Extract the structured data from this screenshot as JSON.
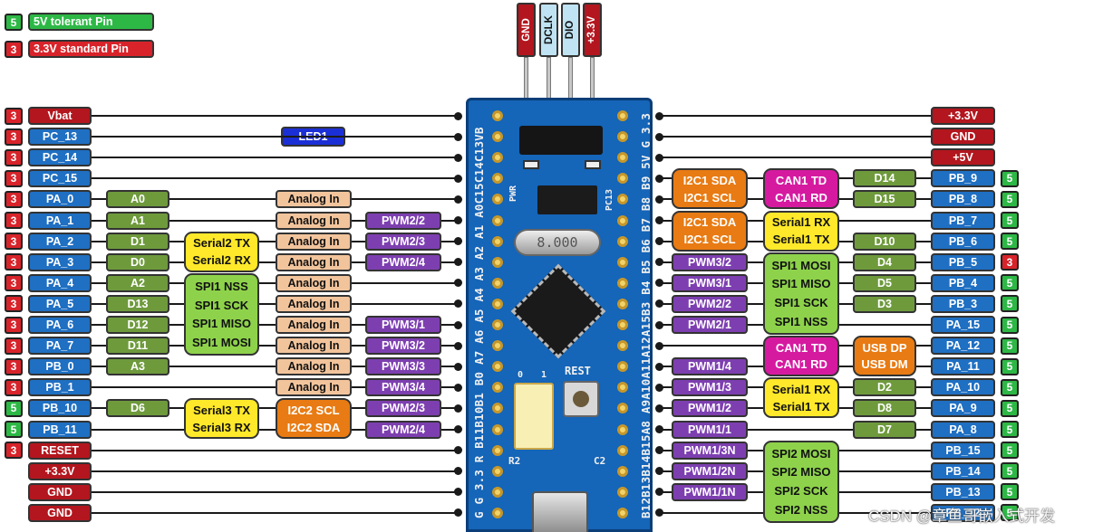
{
  "legend": [
    {
      "num": "5",
      "text": "5V tolerant Pin",
      "color": "#2db846"
    },
    {
      "num": "3",
      "text": "3.3V standard Pin",
      "color": "#d8232a"
    }
  ],
  "colors": {
    "red": "#b3161e",
    "badge_red": "#d8232a",
    "badge_green": "#2db846",
    "blue": "#1f6fc2",
    "olive": "#6e9a3c",
    "tan": "#f2c49c",
    "purple": "#7d3fb0",
    "yellow": "#ffe92a",
    "lightgreen": "#8ed24b",
    "orange": "#e87b13",
    "magenta": "#d51aa0",
    "board": "#1565b8",
    "header_red": "#b3161e",
    "header_blue": "#bfe3f2"
  },
  "top_header": [
    {
      "label": "GND",
      "bg": "#b3161e",
      "fg": "#ffffff"
    },
    {
      "label": "DCLK",
      "bg": "#bfe3f2",
      "fg": "#111111"
    },
    {
      "label": "DIO",
      "bg": "#bfe3f2",
      "fg": "#111111"
    },
    {
      "label": "+3.3V",
      "bg": "#b3161e",
      "fg": "#ffffff"
    }
  ],
  "led_label": "LED1",
  "board_silk": {
    "left": "G G 3.3 R B11B10B1 B0 A7 A6 A5 A4 A3 A2 A1 A0C15C14C13VB",
    "right": "B12B13B14B15A8 A9A10A11A12A15B3 B4 B5 B6 B7 B8 B9 5V G 3.3",
    "pwr": "PWR",
    "pc13": "PC13",
    "crystal": "8.000",
    "rest": "REST",
    "r2": "R2",
    "c2": "C2",
    "boot0": "0",
    "boot1": "1"
  },
  "left_pins": [
    {
      "badge": "3",
      "name": "Vbat",
      "style": "red"
    },
    {
      "badge": "3",
      "name": "PC_13",
      "style": "blue"
    },
    {
      "badge": "3",
      "name": "PC_14",
      "style": "blue"
    },
    {
      "badge": "3",
      "name": "PC_15",
      "style": "blue"
    },
    {
      "badge": "3",
      "name": "PA_0",
      "style": "blue"
    },
    {
      "badge": "3",
      "name": "PA_1",
      "style": "blue"
    },
    {
      "badge": "3",
      "name": "PA_2",
      "style": "blue"
    },
    {
      "badge": "3",
      "name": "PA_3",
      "style": "blue"
    },
    {
      "badge": "3",
      "name": "PA_4",
      "style": "blue"
    },
    {
      "badge": "3",
      "name": "PA_5",
      "style": "blue"
    },
    {
      "badge": "3",
      "name": "PA_6",
      "style": "blue"
    },
    {
      "badge": "3",
      "name": "PA_7",
      "style": "blue"
    },
    {
      "badge": "3",
      "name": "PB_0",
      "style": "blue"
    },
    {
      "badge": "3",
      "name": "PB_1",
      "style": "blue"
    },
    {
      "badge": "5",
      "name": "PB_10",
      "style": "blue"
    },
    {
      "badge": "5",
      "name": "PB_11",
      "style": "blue"
    },
    {
      "badge": "3",
      "name": "RESET",
      "style": "red"
    },
    {
      "badge": "",
      "name": "+3.3V",
      "style": "red"
    },
    {
      "badge": "",
      "name": "GND",
      "style": "red"
    },
    {
      "badge": "",
      "name": "GND",
      "style": "red"
    }
  ],
  "left_d": [
    {
      "row": 4,
      "text": "A0"
    },
    {
      "row": 5,
      "text": "A1"
    },
    {
      "row": 6,
      "text": "D1"
    },
    {
      "row": 7,
      "text": "D0"
    },
    {
      "row": 8,
      "text": "A2"
    },
    {
      "row": 9,
      "text": "D13"
    },
    {
      "row": 10,
      "text": "D12"
    },
    {
      "row": 11,
      "text": "D11"
    },
    {
      "row": 12,
      "text": "A3"
    },
    {
      "row": 14,
      "text": "D6"
    }
  ],
  "left_groups": [
    {
      "style": "yellow",
      "rowStart": 6,
      "rowEnd": 7,
      "lines": [
        "Serial2 TX",
        "Serial2 RX"
      ]
    },
    {
      "style": "lightgreen",
      "rowStart": 8,
      "rowEnd": 11,
      "lines": [
        "SPI1 NSS",
        "SPI1 SCK",
        "SPI1 MISO",
        "SPI1 MOSI"
      ]
    },
    {
      "style": "yellow",
      "rowStart": 14,
      "rowEnd": 15,
      "lines": [
        "Serial3 TX",
        "Serial3 RX"
      ]
    },
    {
      "style": "orange",
      "rowStart": 14,
      "rowEnd": 15,
      "lines": [
        "I2C2 SCL",
        "I2C2 SDA"
      ],
      "col": "analog"
    }
  ],
  "left_analog": [
    {
      "row": 4,
      "text": "Analog In"
    },
    {
      "row": 5,
      "text": "Analog In"
    },
    {
      "row": 6,
      "text": "Analog In"
    },
    {
      "row": 7,
      "text": "Analog In"
    },
    {
      "row": 8,
      "text": "Analog In"
    },
    {
      "row": 9,
      "text": "Analog In"
    },
    {
      "row": 10,
      "text": "Analog In"
    },
    {
      "row": 11,
      "text": "Analog In"
    },
    {
      "row": 12,
      "text": "Analog In"
    },
    {
      "row": 13,
      "text": "Analog In"
    }
  ],
  "left_pwm": [
    {
      "row": 5,
      "text": "PWM2/2"
    },
    {
      "row": 6,
      "text": "PWM2/3"
    },
    {
      "row": 7,
      "text": "PWM2/4"
    },
    {
      "row": 10,
      "text": "PWM3/1"
    },
    {
      "row": 11,
      "text": "PWM3/2"
    },
    {
      "row": 12,
      "text": "PWM3/3"
    },
    {
      "row": 13,
      "text": "PWM3/4"
    },
    {
      "row": 14,
      "text": "PWM2/3"
    },
    {
      "row": 15,
      "text": "PWM2/4"
    }
  ],
  "right_pins": [
    {
      "badge": "",
      "name": "+3.3V",
      "style": "red"
    },
    {
      "badge": "",
      "name": "GND",
      "style": "red"
    },
    {
      "badge": "",
      "name": "+5V",
      "style": "red"
    },
    {
      "badge": "5",
      "name": "PB_9",
      "style": "blue"
    },
    {
      "badge": "5",
      "name": "PB_8",
      "style": "blue"
    },
    {
      "badge": "5",
      "name": "PB_7",
      "style": "blue"
    },
    {
      "badge": "5",
      "name": "PB_6",
      "style": "blue"
    },
    {
      "badge": "3",
      "name": "PB_5",
      "style": "blue"
    },
    {
      "badge": "5",
      "name": "PB_4",
      "style": "blue"
    },
    {
      "badge": "5",
      "name": "PB_3",
      "style": "blue"
    },
    {
      "badge": "5",
      "name": "PA_15",
      "style": "blue"
    },
    {
      "badge": "5",
      "name": "PA_12",
      "style": "blue"
    },
    {
      "badge": "5",
      "name": "PA_11",
      "style": "blue"
    },
    {
      "badge": "5",
      "name": "PA_10",
      "style": "blue"
    },
    {
      "badge": "5",
      "name": "PA_9",
      "style": "blue"
    },
    {
      "badge": "5",
      "name": "PA_8",
      "style": "blue"
    },
    {
      "badge": "5",
      "name": "PB_15",
      "style": "blue"
    },
    {
      "badge": "5",
      "name": "PB_14",
      "style": "blue"
    },
    {
      "badge": "5",
      "name": "PB_13",
      "style": "blue"
    },
    {
      "badge": "5",
      "name": "PB_12",
      "style": "blue"
    }
  ],
  "right_d": [
    {
      "row": 3,
      "text": "D14"
    },
    {
      "row": 4,
      "text": "D15"
    },
    {
      "row": 6,
      "text": "D10"
    },
    {
      "row": 7,
      "text": "D4"
    },
    {
      "row": 8,
      "text": "D5"
    },
    {
      "row": 9,
      "text": "D3"
    },
    {
      "row": 13,
      "text": "D2"
    },
    {
      "row": 14,
      "text": "D8"
    },
    {
      "row": 15,
      "text": "D7"
    }
  ],
  "right_groups": [
    {
      "style": "magenta",
      "rowStart": 3,
      "rowEnd": 4,
      "lines": [
        "CAN1 TD",
        "CAN1 RD"
      ],
      "col": "mid"
    },
    {
      "style": "yellow",
      "rowStart": 5,
      "rowEnd": 6,
      "lines": [
        "Serial1 RX",
        "Serial1 TX"
      ],
      "col": "mid"
    },
    {
      "style": "lightgreen",
      "rowStart": 7,
      "rowEnd": 10,
      "lines": [
        "SPI1 MOSI",
        "SPI1 MISO",
        "SPI1 SCK",
        "SPI1 NSS"
      ],
      "col": "mid"
    },
    {
      "style": "magenta",
      "rowStart": 11,
      "rowEnd": 12,
      "lines": [
        "CAN1 TD",
        "CAN1 RD"
      ],
      "col": "mid"
    },
    {
      "style": "yellow",
      "rowStart": 13,
      "rowEnd": 14,
      "lines": [
        "Serial1 RX",
        "Serial1 TX"
      ],
      "col": "mid"
    },
    {
      "style": "lightgreen",
      "rowStart": 16,
      "rowEnd": 19,
      "lines": [
        "SPI2 MOSI",
        "SPI2 MISO",
        "SPI2 SCK",
        "SPI2 NSS"
      ],
      "col": "mid"
    },
    {
      "style": "orange",
      "rowStart": 3,
      "rowEnd": 4,
      "lines": [
        "I2C1 SDA",
        "I2C1 SCL"
      ],
      "col": "inner"
    },
    {
      "style": "orange",
      "rowStart": 5,
      "rowEnd": 6,
      "lines": [
        "I2C1 SDA",
        "I2C1 SCL"
      ],
      "col": "inner"
    },
    {
      "style": "orange",
      "rowStart": 11,
      "rowEnd": 12,
      "lines": [
        "USB DP",
        "USB DM"
      ],
      "col": "dcol"
    }
  ],
  "right_pwm": [
    {
      "row": 7,
      "text": "PWM3/2"
    },
    {
      "row": 8,
      "text": "PWM3/1"
    },
    {
      "row": 9,
      "text": "PWM2/2"
    },
    {
      "row": 10,
      "text": "PWM2/1"
    },
    {
      "row": 12,
      "text": "PWM1/4"
    },
    {
      "row": 13,
      "text": "PWM1/3"
    },
    {
      "row": 14,
      "text": "PWM1/2"
    },
    {
      "row": 15,
      "text": "PWM1/1"
    },
    {
      "row": 16,
      "text": "PWM1/3N"
    },
    {
      "row": 17,
      "text": "PWM1/2N"
    },
    {
      "row": 18,
      "text": "PWM1/1N"
    }
  ],
  "watermark": "CSDN @章鱼哥嵌入式开发"
}
